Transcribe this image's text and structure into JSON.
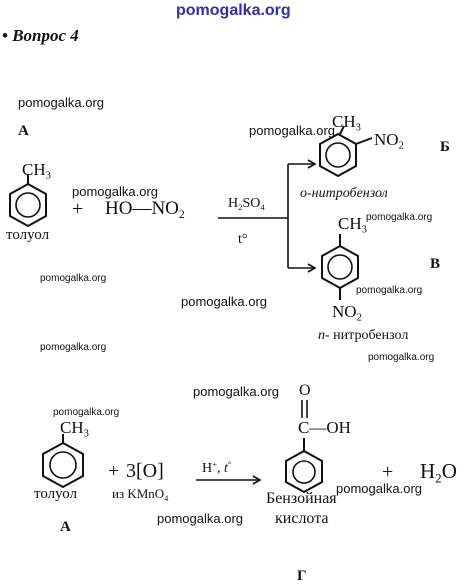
{
  "header": {
    "site_watermark": "pomogalka.org",
    "title": "• Вопрос 4"
  },
  "watermark_text": "pomogalka.org",
  "reaction1": {
    "label_a": "А",
    "label_b": "Б",
    "label_v": "В",
    "reactant_name": "толуол",
    "methyl": "CH",
    "methyl_sub": "3",
    "plus": "+",
    "nitric_ho": "HO",
    "nitric_dash": "—",
    "nitric_no": "NO",
    "nitric_sub": "2",
    "cond_top": "H",
    "cond_top_sub1": "2",
    "cond_top_mid": "SO",
    "cond_top_sub2": "4",
    "cond_bottom": "t°",
    "product1_no": "NO",
    "product1_no_sub": "2",
    "product1_name": "о-нитробензол",
    "product2_no": "NO",
    "product2_no_sub": "2",
    "product2_name_prefix": "n-",
    "product2_name": "нитробензол"
  },
  "reaction2": {
    "methyl": "CH",
    "methyl_sub": "3",
    "plus": "+",
    "oxidant": "3[O]",
    "oxidant_source_prefix": "из KMnO",
    "oxidant_source_sub": "4",
    "cond_h": "H",
    "cond_plus": "+",
    "cond_sep": ", ",
    "cond_t": "t",
    "cond_deg": "°",
    "carboxyl_o": "O",
    "carboxyl_c": "C",
    "carboxyl_oh": "—OH",
    "product_name_line1": "Бензойная",
    "product_name_line2": "кислота",
    "plus2": "+",
    "water_h": "H",
    "water_sub": "2",
    "water_o": "O",
    "reactant_name": "толуол",
    "label_a": "А",
    "label_g": "Г"
  }
}
